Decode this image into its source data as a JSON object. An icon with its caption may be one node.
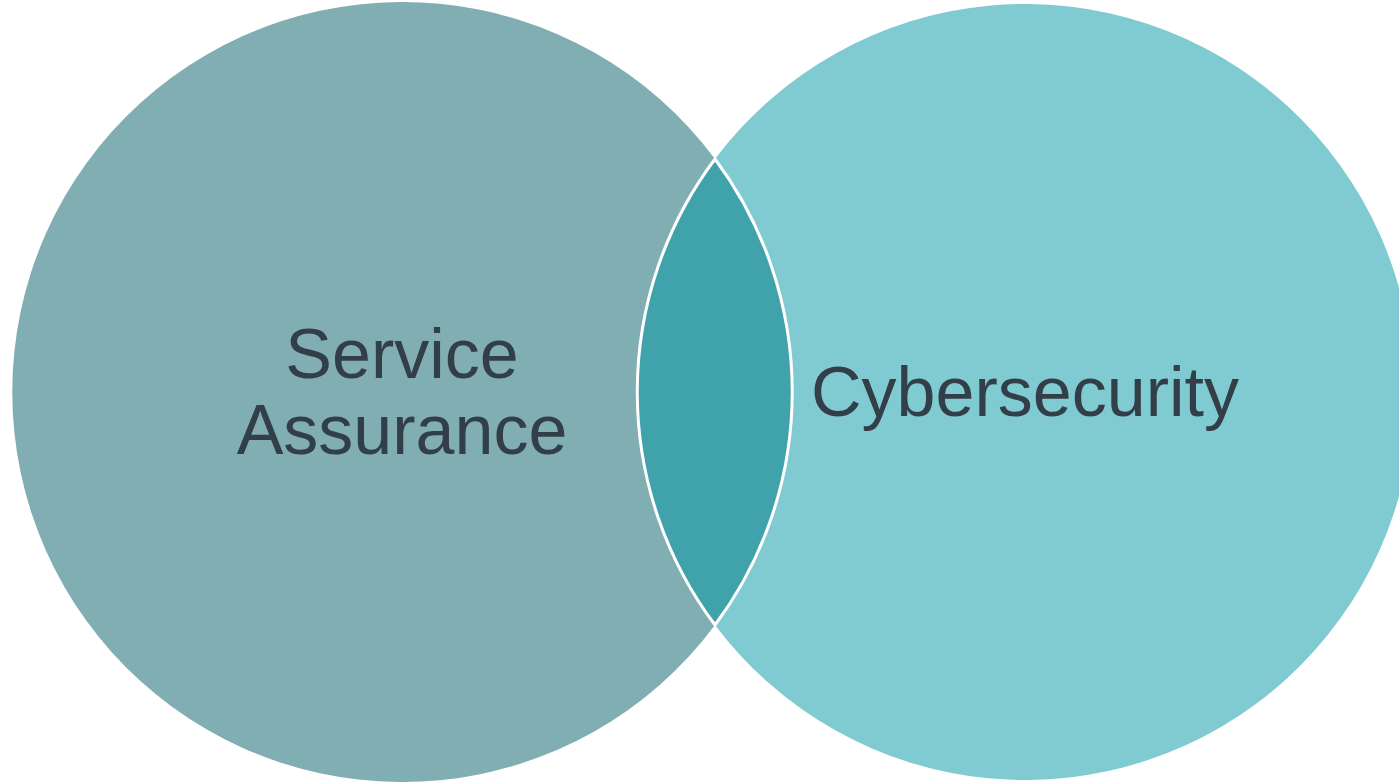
{
  "diagram": {
    "nodes": [
      {
        "text": [
          "Service Assurance"
        ]
      },
      {
        "text": [
          "Cybersecurity"
        ]
      },
      {
        "text": [],
        "shape": "lens"
      }
    ],
    "edges": []
  }
}
